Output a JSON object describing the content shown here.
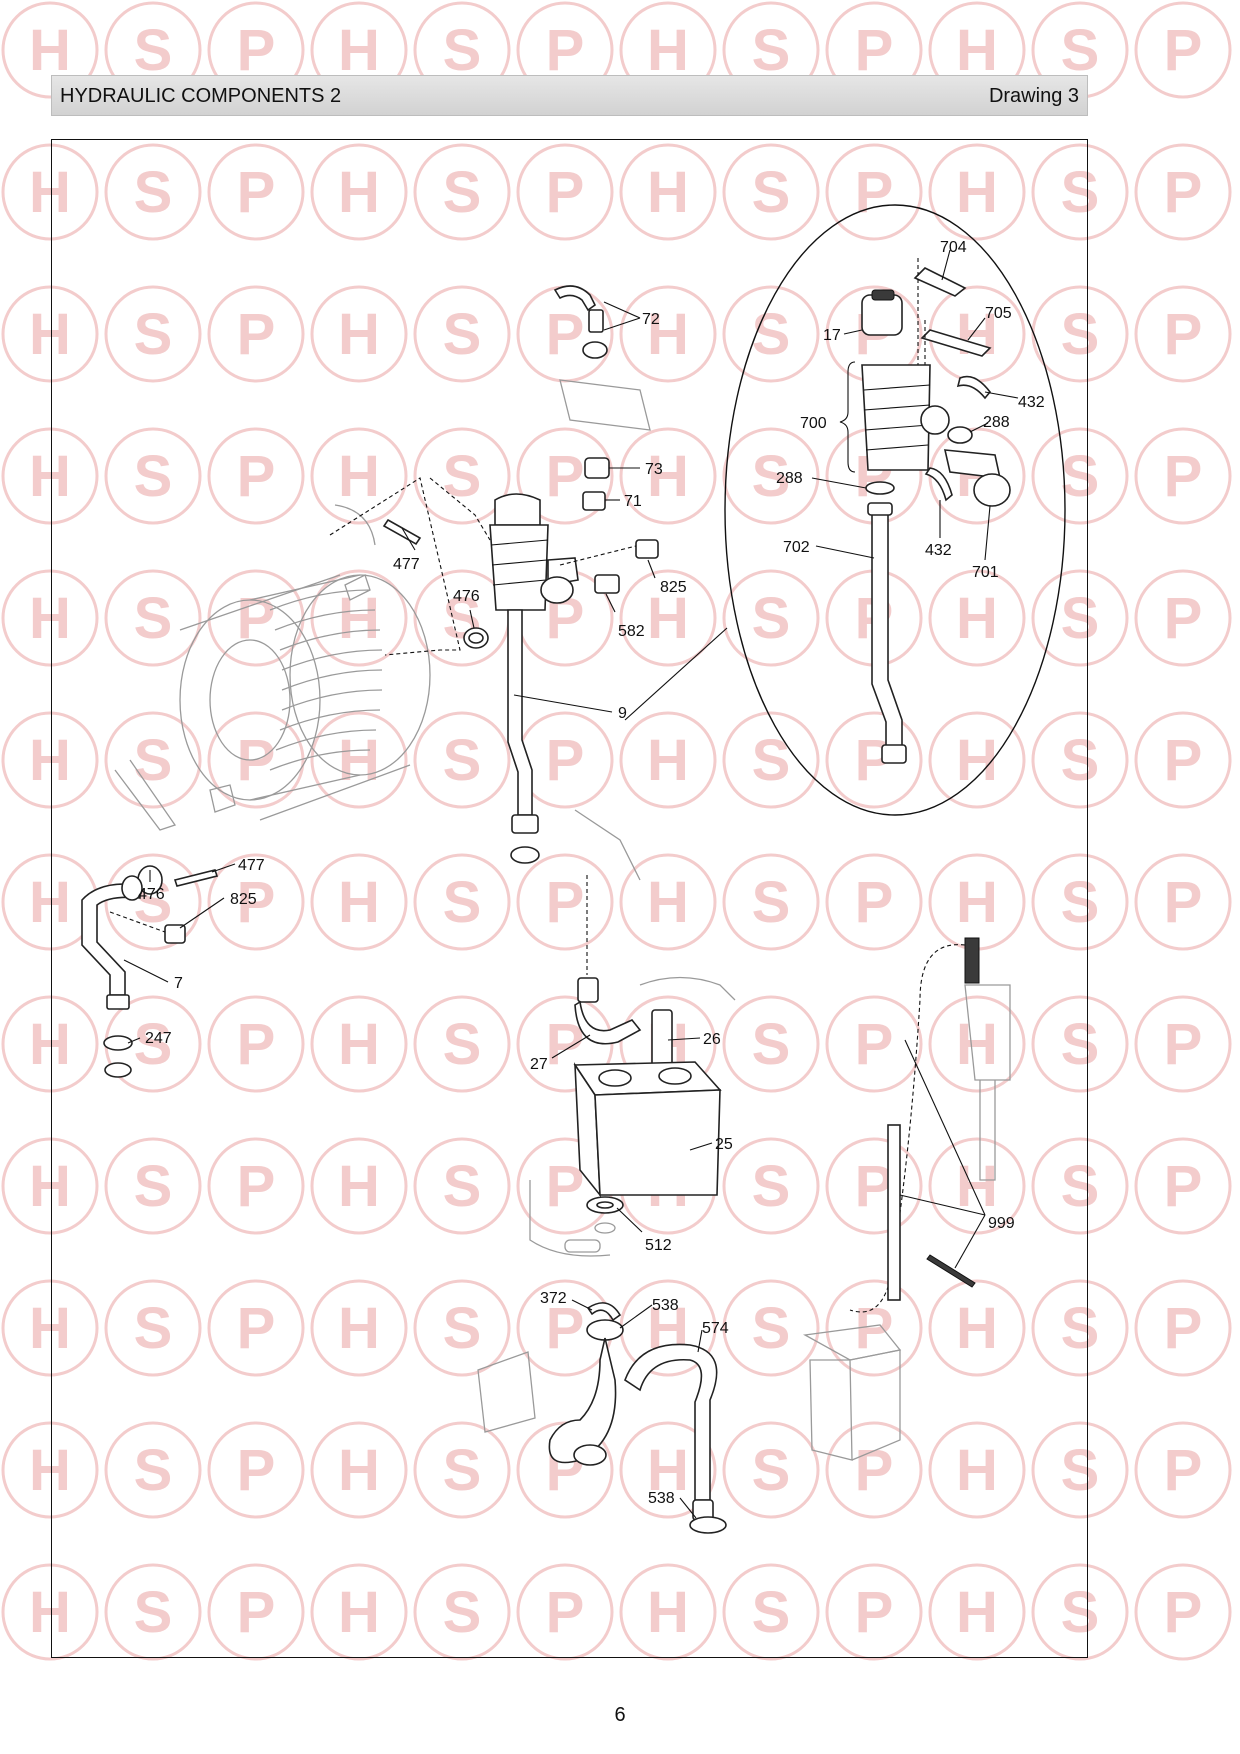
{
  "header": {
    "title": "HYDRAULIC COMPONENTS 2",
    "drawing": "Drawing 3"
  },
  "watermark": {
    "letters": [
      "H",
      "S",
      "P"
    ],
    "color": "#f3cccc"
  },
  "labels": {
    "p704": "704",
    "p705": "705",
    "p17": "17",
    "p432a": "432",
    "p700": "700",
    "p288a": "288",
    "p288b": "288",
    "p702": "702",
    "p432b": "432",
    "p701": "701",
    "p72": "72",
    "p73": "73",
    "p71": "71",
    "p477a": "477",
    "p476a": "476",
    "p825a": "825",
    "p582": "582",
    "p9": "9",
    "p477b": "477",
    "p476b": "476",
    "p825b": "825",
    "p7": "7",
    "p247": "247",
    "p27": "27",
    "p26": "26",
    "p25": "25",
    "p512": "512",
    "p999": "999",
    "p372": "372",
    "p538a": "538",
    "p574": "574",
    "p538b": "538"
  },
  "footer": {
    "page_number": "6"
  }
}
